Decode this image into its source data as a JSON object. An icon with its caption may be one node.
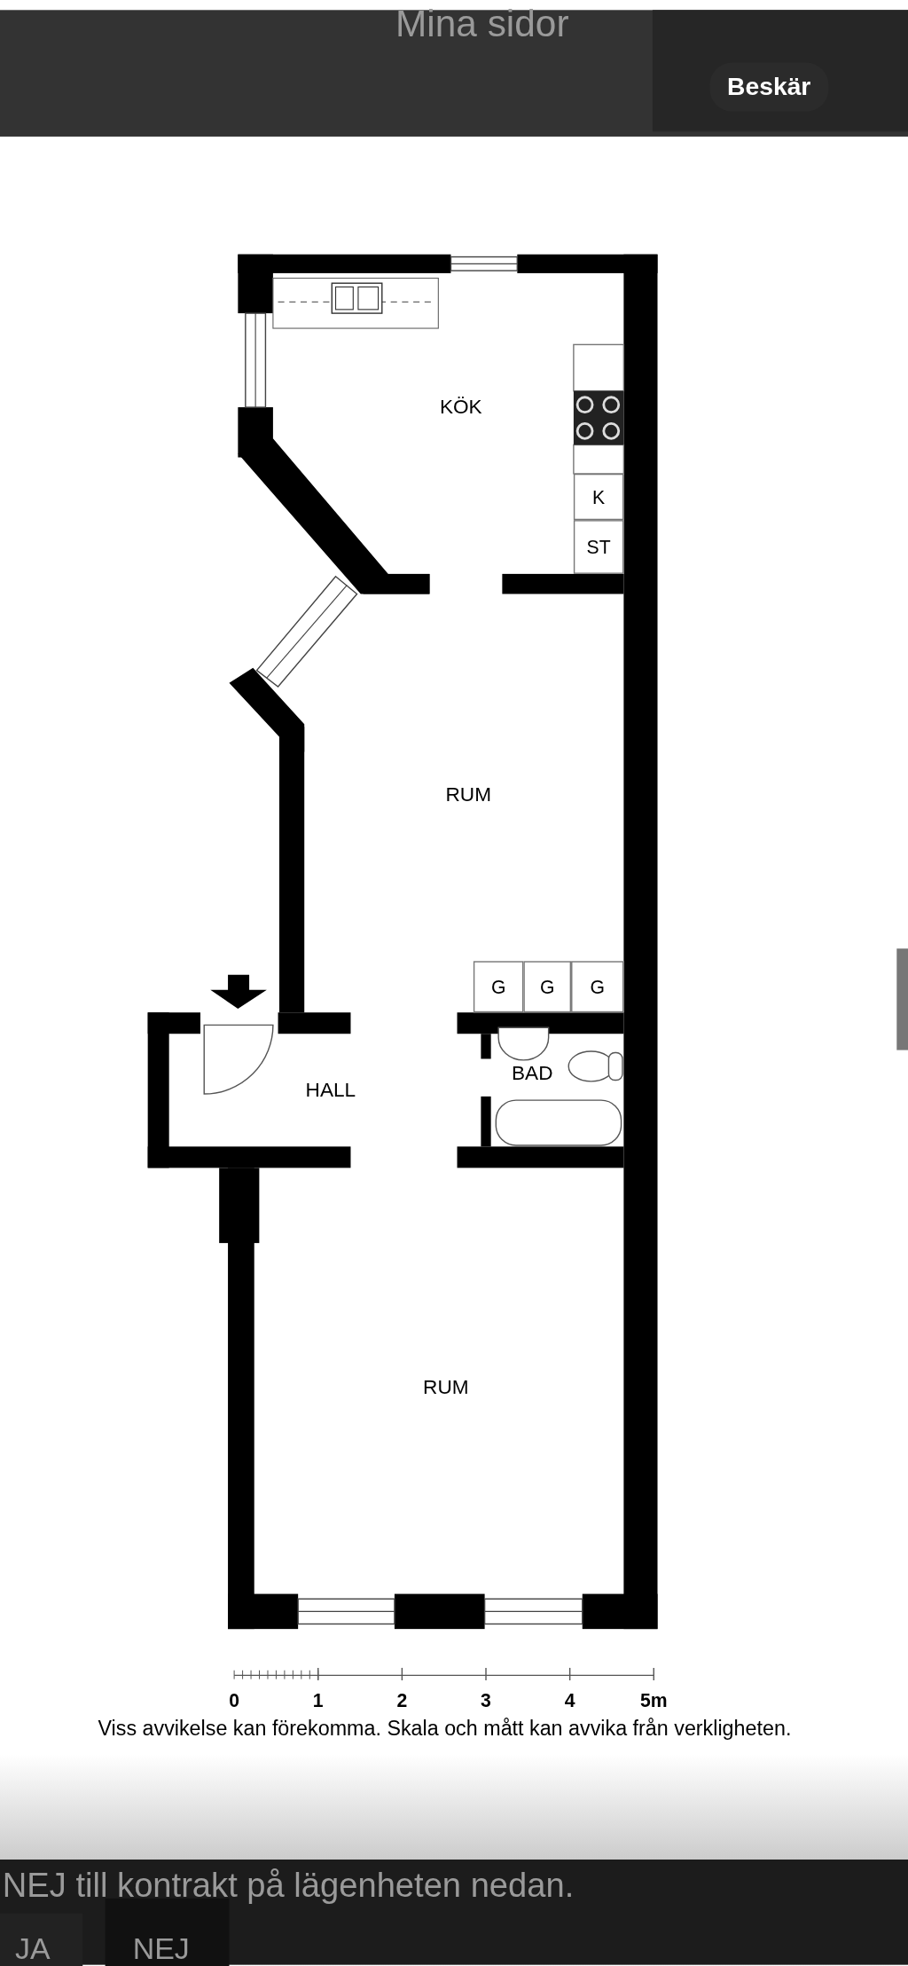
{
  "diagram": {
    "nodes": [
      {
        "text": [
          "K"
        ]
      },
      {
        "text": [
          "ST"
        ]
      },
      {
        "text": [
          "G"
        ]
      },
      {
        "text": [
          "G"
        ]
      },
      {
        "text": [
          "G"
        ]
      }
    ],
    "edges": [],
    "labels": [
      "Mina sidor",
      "Beskär",
      "KÖK",
      "RUM",
      "HALL",
      "BAD",
      "RUM",
      "0",
      "1",
      "2",
      "3",
      "4",
      "5m",
      "Viss avvikelse kan förekomma. Skala och mått kan avvika från verkligheten.",
      "NEJ till kontrakt på lägenheten nedan.",
      "JA",
      "NEJ"
    ]
  }
}
